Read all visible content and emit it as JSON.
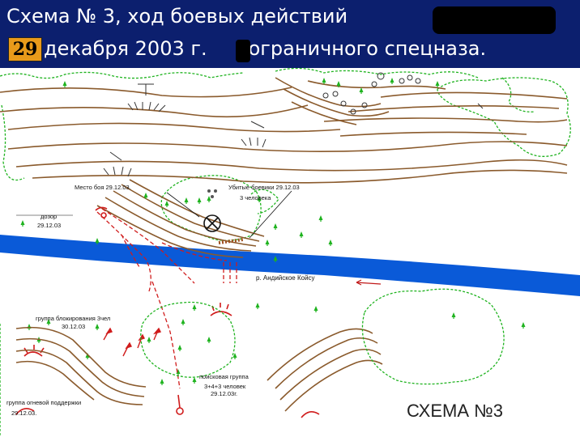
{
  "header": {
    "line1": "Схема № 3, ход боевых действий",
    "line2_prefix": "декабря 2003 г.",
    "line2_suffix": "пограничного спецназа.",
    "date_badge": "29"
  },
  "labels": {
    "battle_place": "Место боя 29.12.03.",
    "killed": "Убитые боевики 29.12.03",
    "killed_count": "3 человека",
    "patrol": "дозор",
    "patrol_date": "29.12.03",
    "river": "р. Андийское Койсу",
    "blocking_group": "группа блокирования 3чел",
    "blocking_date": "30.12.03",
    "search_group": "поисковая группа",
    "search_count": "3+4+3 человек",
    "search_date": "29.12.03г.",
    "fire_group": "группа огневой поддержки",
    "fire_date": "29.12.03.",
    "scheme": "СХЕМА №3"
  },
  "colors": {
    "title_bg": "#0c1f6e",
    "river": "#0a5ad8",
    "contour": "#8a5a2c",
    "forest": "#1fb31f",
    "unit": "#d01c1c",
    "badge": "#e89a1a"
  }
}
